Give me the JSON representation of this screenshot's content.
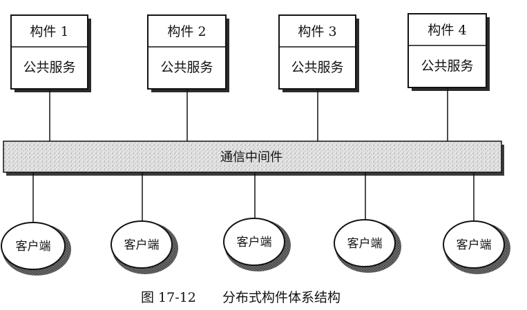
{
  "components": [
    {
      "name": "构件 1",
      "service": "公共服务"
    },
    {
      "name": "构件 2",
      "service": "公共服务"
    },
    {
      "name": "构件 3",
      "service": "公共服务"
    },
    {
      "name": "构件 4",
      "service": "公共服务"
    }
  ],
  "middleware": {
    "label": "通信中间件"
  },
  "clients": [
    {
      "label": "客户端"
    },
    {
      "label": "客户端"
    },
    {
      "label": "客户端"
    },
    {
      "label": "客户端"
    },
    {
      "label": "客户端"
    }
  ],
  "caption": {
    "figure": "图 17-12",
    "title": "分布式构件体系结构"
  },
  "colors": {
    "line": "#111111",
    "bus_fill": "#d9d9d9",
    "shadow": "#2b2b2b",
    "background": "#ffffff"
  }
}
